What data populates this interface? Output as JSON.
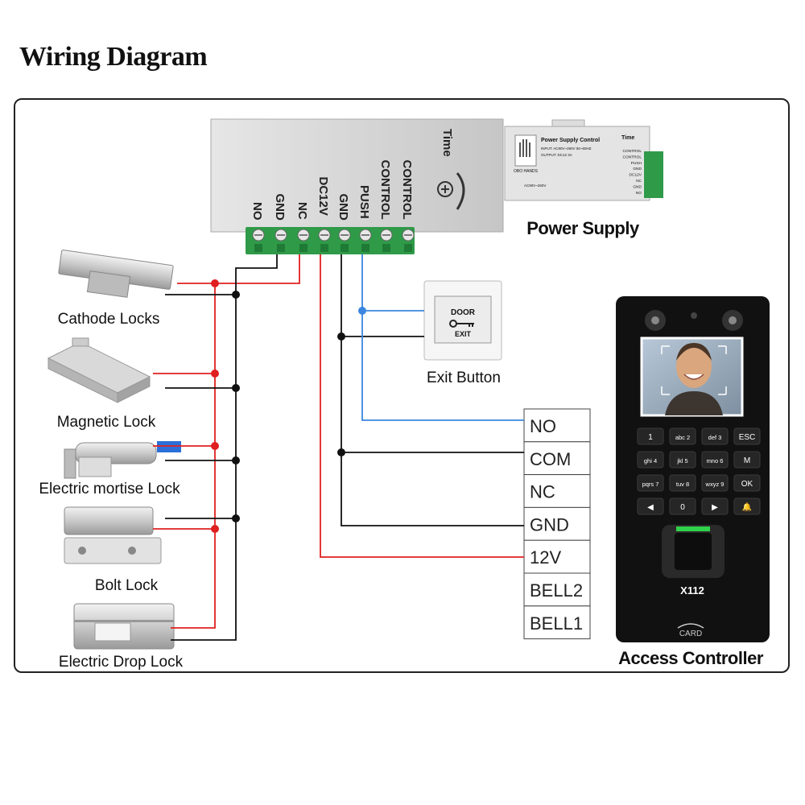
{
  "title": "Wiring Diagram",
  "controller_box": {
    "brand": "Time",
    "terminals": [
      "NO",
      "GND",
      "NC",
      "DC12V",
      "GND",
      "PUSH",
      "CONTROL",
      "CONTROL"
    ]
  },
  "power_supply": {
    "label": "Power Supply",
    "thumb_title": "Power Supply Control",
    "thumb_brand": "Time",
    "thumb_input": "INPUT: AC90V~260V 50~60HZ",
    "thumb_output": "OUTPUT: DC12 3A",
    "thumb_logo": "OBO HANDS",
    "thumb_rating": "AC90V~260V",
    "thumb_terminals": [
      "CONTROL",
      "CONTROL",
      "PUSH",
      "GND",
      "DC12V",
      "NC",
      "GND",
      "NO"
    ]
  },
  "exit_button": {
    "label": "Exit Button",
    "top_text": "DOOR",
    "bottom_text": "EXIT"
  },
  "access_controller": {
    "label": "Access Controller",
    "model": "X112",
    "card_text": "CARD",
    "keys": [
      [
        "1",
        "abc 2",
        "def 3",
        "ESC"
      ],
      [
        "ghi 4",
        "jkl 5",
        "mno 6",
        "M"
      ],
      [
        "pqrs 7",
        "tuv 8",
        "wxyz 9",
        "OK"
      ],
      [
        "◀",
        "0",
        "▶",
        "🔔"
      ]
    ]
  },
  "terminal_block": [
    "NO",
    "COM",
    "NC",
    "GND",
    "12V",
    "BELL2",
    "BELL1"
  ],
  "locks": [
    "Cathode Locks",
    "Magnetic Lock",
    "Electric mortise Lock",
    "Bolt Lock",
    "Electric Drop Lock"
  ],
  "colors": {
    "red_wire": "#e02020",
    "black_wire": "#111111",
    "blue_wire": "#3a86e0",
    "terminal_green": "#2f9a48",
    "controller_body": "#111111"
  }
}
